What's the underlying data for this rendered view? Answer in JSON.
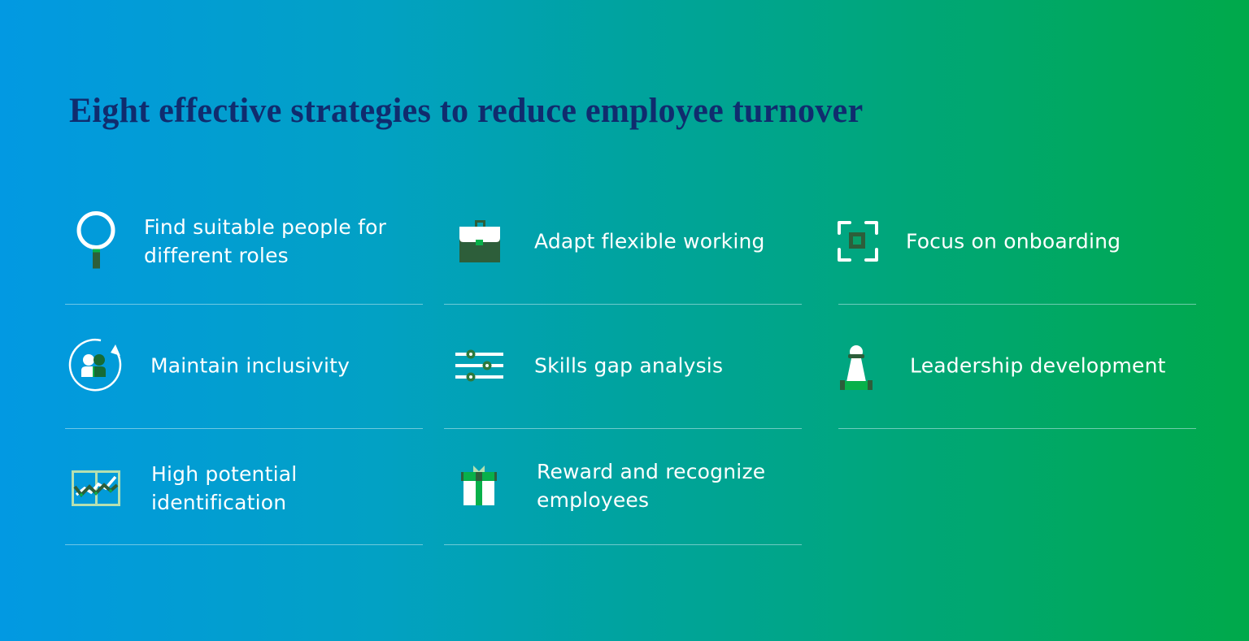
{
  "title": "Eight effective strategies to reduce employee turnover",
  "colors": {
    "gradient_start": "#0299e2",
    "gradient_end": "#00a94a",
    "title": "#102c6e",
    "text": "#ffffff",
    "icon_dark_green": "#2d5e3a",
    "icon_green": "#08b04a",
    "icon_light_green": "#b6e0b0"
  },
  "strategies": [
    {
      "label_line1": "Find suitable people for",
      "label_line2": "different roles",
      "icon": "magnifier-icon"
    },
    {
      "label_line1": "Adapt flexible working",
      "label_line2": "",
      "icon": "briefcase-icon"
    },
    {
      "label_line1": "Focus on onboarding",
      "label_line2": "",
      "icon": "focus-frame-icon"
    },
    {
      "label_line1": "Maintain inclusivity",
      "label_line2": "",
      "icon": "people-cycle-icon"
    },
    {
      "label_line1": "Skills gap analysis",
      "label_line2": "",
      "icon": "sliders-icon"
    },
    {
      "label_line1": "Leadership development",
      "label_line2": "",
      "icon": "chess-pawn-icon"
    },
    {
      "label_line1": "High potential",
      "label_line2": "identification",
      "icon": "trend-chart-icon"
    },
    {
      "label_line1": "Reward and recognize",
      "label_line2": "employees",
      "icon": "gift-icon"
    }
  ]
}
